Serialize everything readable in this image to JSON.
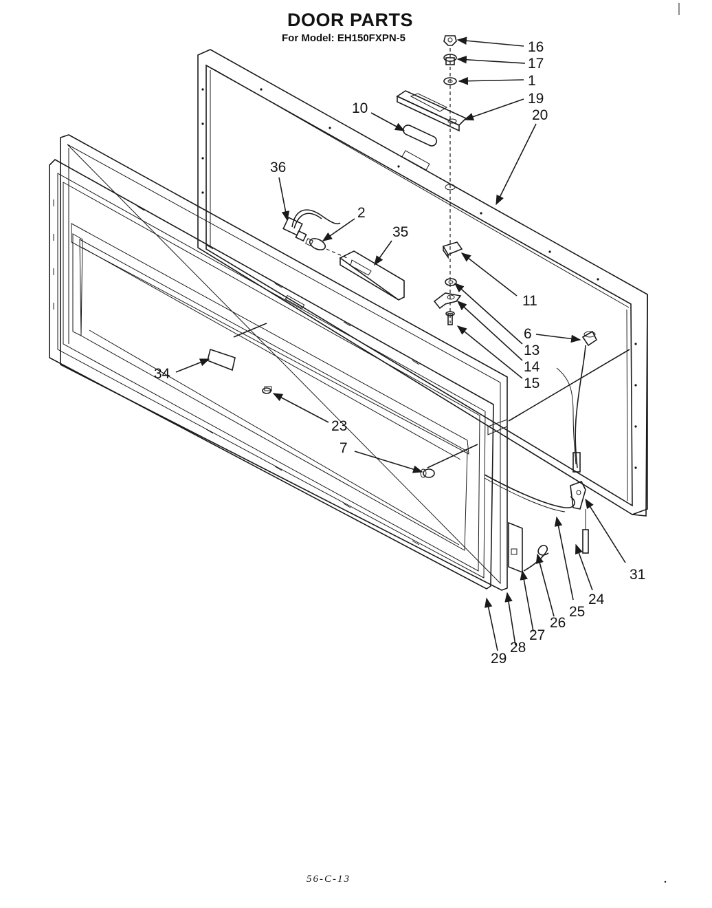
{
  "header": {
    "title": "DOOR PARTS",
    "model": "For Model: EH150FXPN-5"
  },
  "footer": {
    "code": "56-C-13"
  },
  "callouts": [
    {
      "id": "16",
      "label": "16"
    },
    {
      "id": "17",
      "label": "17"
    },
    {
      "id": "1",
      "label": "1"
    },
    {
      "id": "19",
      "label": "19"
    },
    {
      "id": "20",
      "label": "20"
    },
    {
      "id": "10",
      "label": "10"
    },
    {
      "id": "36",
      "label": "36"
    },
    {
      "id": "2",
      "label": "2"
    },
    {
      "id": "35",
      "label": "35"
    },
    {
      "id": "11",
      "label": "11"
    },
    {
      "id": "6",
      "label": "6"
    },
    {
      "id": "13",
      "label": "13"
    },
    {
      "id": "14",
      "label": "14"
    },
    {
      "id": "15",
      "label": "15"
    },
    {
      "id": "34",
      "label": "34"
    },
    {
      "id": "23",
      "label": "23"
    },
    {
      "id": "7",
      "label": "7"
    },
    {
      "id": "31",
      "label": "31"
    },
    {
      "id": "24",
      "label": "24"
    },
    {
      "id": "25",
      "label": "25"
    },
    {
      "id": "26",
      "label": "26"
    },
    {
      "id": "27",
      "label": "27"
    },
    {
      "id": "28",
      "label": "28"
    },
    {
      "id": "29",
      "label": "29"
    }
  ]
}
